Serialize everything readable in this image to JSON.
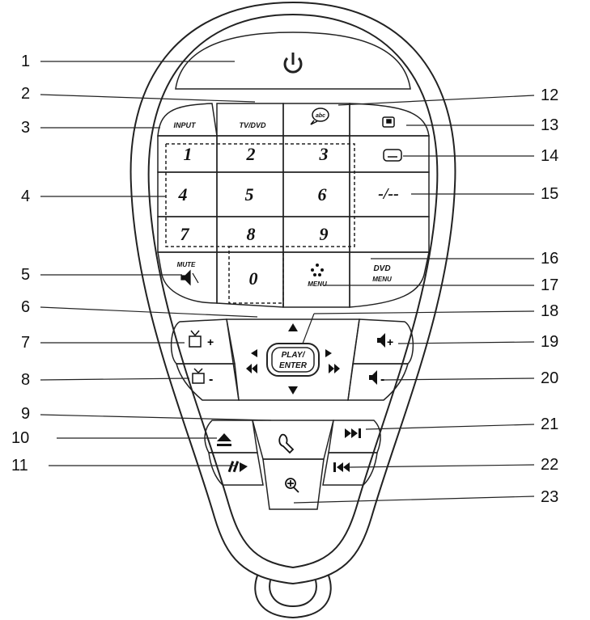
{
  "callouts_left": [
    "1",
    "2",
    "3",
    "4",
    "5",
    "6",
    "7",
    "8",
    "9",
    "10",
    "11"
  ],
  "callouts_right": [
    "12",
    "13",
    "14",
    "15",
    "16",
    "17",
    "18",
    "19",
    "20",
    "21",
    "22",
    "23"
  ],
  "keys": {
    "input": "INPUT",
    "tv_dvd": "TV/DVD",
    "digits": [
      "1",
      "2",
      "3",
      "4",
      "5",
      "6",
      "7",
      "8",
      "9",
      "0"
    ],
    "dash": "-/--",
    "mute_top": "MUTE",
    "menu": "MENU",
    "dvd_menu_top": "DVD",
    "dvd_menu_bottom": "MENU",
    "play_top": "PLAY/",
    "play_bottom": "ENTER",
    "abc": "abc",
    "ch_plus": "+",
    "ch_minus": "-",
    "vol_plus": "+",
    "vol_minus": "-"
  },
  "icons": [
    "power-icon",
    "caption-icon",
    "picture-icon",
    "subtitle-icon",
    "mute-icon",
    "menu-dots-icon",
    "tv-channel-up-icon",
    "tv-channel-down-icon",
    "volume-up-icon",
    "volume-down-icon",
    "eject-icon",
    "setup-wrench-icon",
    "play-pause-skip-icon",
    "play-pause-icon",
    "previous-icon",
    "zoom-icon",
    "arrow-up-icon",
    "arrow-down-icon",
    "arrow-left-icon",
    "arrow-right-icon",
    "rewind-icon",
    "fast-forward-icon"
  ]
}
